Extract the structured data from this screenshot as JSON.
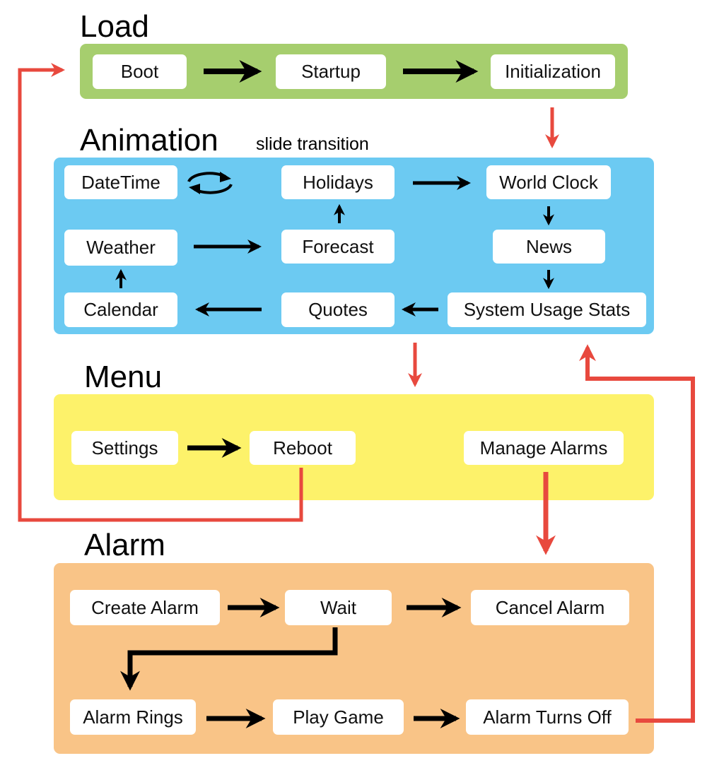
{
  "colors": {
    "load": "#a6ce6e",
    "animation": "#6ccaf2",
    "menu": "#fdf26a",
    "alarm": "#f9c487",
    "flow_arrow": "#e8493e",
    "step_arrow": "#000000"
  },
  "sections": {
    "load": {
      "title": "Load",
      "nodes": {
        "boot": "Boot",
        "startup": "Startup",
        "initialization": "Initialization"
      }
    },
    "animation": {
      "title": "Animation",
      "note": "slide transition",
      "nodes": {
        "datetime": "DateTime",
        "holidays": "Holidays",
        "world_clock": "World Clock",
        "weather": "Weather",
        "forecast": "Forecast",
        "news": "News",
        "calendar": "Calendar",
        "quotes": "Quotes",
        "system_usage_stats": "System Usage Stats"
      }
    },
    "menu": {
      "title": "Menu",
      "nodes": {
        "settings": "Settings",
        "reboot": "Reboot",
        "manage_alarms": "Manage Alarms"
      }
    },
    "alarm": {
      "title": "Alarm",
      "nodes": {
        "create_alarm": "Create Alarm",
        "wait": "Wait",
        "cancel_alarm": "Cancel Alarm",
        "alarm_rings": "Alarm Rings",
        "play_game": "Play Game",
        "alarm_turns_off": "Alarm Turns Off"
      }
    }
  },
  "icons": {
    "cycle": "cycle-arrows-icon"
  }
}
